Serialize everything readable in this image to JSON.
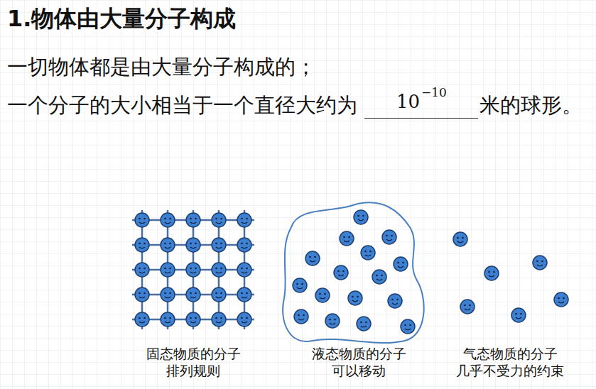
{
  "diagram": {
    "title": "1.物体由大量分子构成",
    "labels": [
      "一切物体都是由大量分子构成的；",
      "一个分子的大小相当于一个直径大约为",
      "10",
      "−10",
      "米的球形。",
      "固态物质的分子 排列规则",
      "液态物质的分子 可以移动",
      "气态物质的分子 几乎不受力的约束"
    ]
  }
}
